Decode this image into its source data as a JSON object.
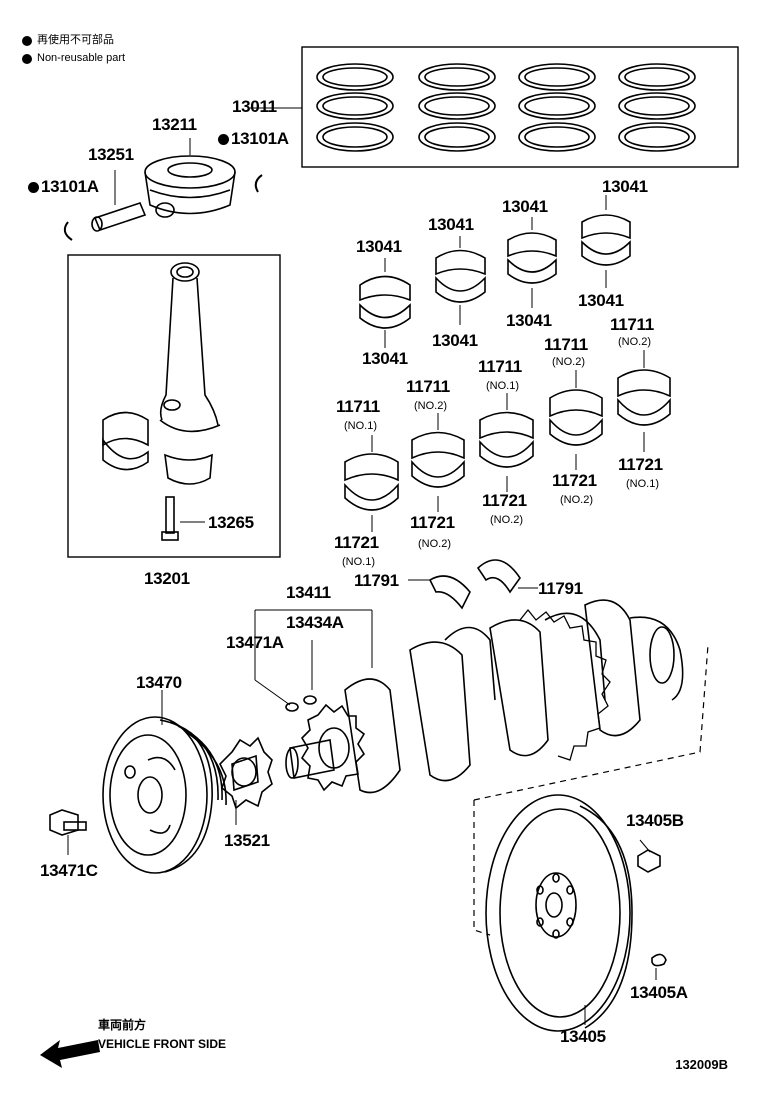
{
  "legend": {
    "jp": "再使用不可部品",
    "en": "Non-reusable part"
  },
  "parts": {
    "p13011": "13011",
    "p13211": "13211",
    "p13101A_right": "13101A",
    "p13251": "13251",
    "p13101A_left": "13101A",
    "p13041_a": "13041",
    "p13041_b": "13041",
    "p13041_c": "13041",
    "p13041_d": "13041",
    "p13041_e": "13041",
    "p13041_f": "13041",
    "p13041_g": "13041",
    "p13041_h": "13041",
    "p11711_a": "11711",
    "p11711_b": "11711",
    "p11711_c": "11711",
    "p11711_d": "11711",
    "p11711_e": "11711",
    "p11721_a": "11721",
    "p11721_b": "11721",
    "p11721_c": "11721",
    "p11721_d": "11721",
    "p11721_e": "11721",
    "p13265": "13265",
    "p13201": "13201",
    "p11791_left": "11791",
    "p11791_right": "11791",
    "p13411": "13411",
    "p13434A": "13434A",
    "p13471A": "13471A",
    "p13470": "13470",
    "p13521": "13521",
    "p13471C": "13471C",
    "p13405B": "13405B",
    "p13405A": "13405A",
    "p13405": "13405"
  },
  "grades": {
    "no1": "(NO.1)",
    "no2": "(NO.2)"
  },
  "front": {
    "jp": "車両前方",
    "en": "VEHICLE FRONT SIDE"
  },
  "diagram_code": "132009B"
}
